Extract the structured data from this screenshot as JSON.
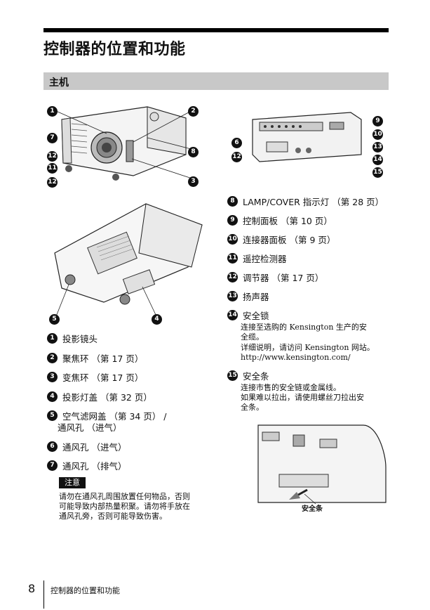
{
  "page": {
    "title": "控制器的位置和功能",
    "section": "主机",
    "footer_page": "8",
    "footer_text": "控制器的位置和功能"
  },
  "callouts": {
    "c1": "1",
    "c2": "2",
    "c3": "3",
    "c4": "4",
    "c5": "5",
    "c6": "6",
    "c7": "7",
    "c8": "8",
    "c9": "9",
    "c10": "10",
    "c11": "11",
    "c12": "12",
    "c13": "13",
    "c14": "14",
    "c15": "15"
  },
  "left_items": [
    {
      "num": "1",
      "label": "投影镜头"
    },
    {
      "num": "2",
      "label": "聚焦环 （第 17 页）"
    },
    {
      "num": "3",
      "label": "变焦环 （第 17 页）"
    },
    {
      "num": "4",
      "label": "投影灯盖 （第 32 页）"
    },
    {
      "num": "5",
      "label": "空气滤网盖 （第 34 页） /",
      "label2": "通风孔 （进气）"
    },
    {
      "num": "6",
      "label": "通风孔 （进气）"
    },
    {
      "num": "7",
      "label": "通风孔 （排气）"
    }
  ],
  "note": {
    "tag": "注意",
    "lines": [
      "请勿在通风孔周围放置任何物品，否则",
      "可能导致内部热量积聚。请勿将手放在",
      "通风孔旁，否则可能导致伤害。"
    ]
  },
  "right_items": [
    {
      "num": "8",
      "label": "LAMP/COVER 指示灯 （第 28 页）"
    },
    {
      "num": "9",
      "label": "控制面板 （第 10 页）"
    },
    {
      "num": "10",
      "label": "连接器面板 （第 9 页）"
    },
    {
      "num": "11",
      "label": "遥控检测器"
    },
    {
      "num": "12",
      "label": "调节器 （第 17 页）"
    },
    {
      "num": "13",
      "label": "扬声器"
    },
    {
      "num": "14",
      "label": "安全锁",
      "desc": [
        "连接至选购的 Kensington 生产的安",
        "全缆。",
        "详细说明，请访问 Kensington 网站。",
        "http://www.kensington.com/"
      ]
    },
    {
      "num": "15",
      "label": "安全条",
      "desc": [
        "连接市售的安全链或金属线。",
        "如果难以拉出，请使用螺丝刀拉出安",
        "全条。"
      ]
    }
  ],
  "figure_caption": "安全条"
}
